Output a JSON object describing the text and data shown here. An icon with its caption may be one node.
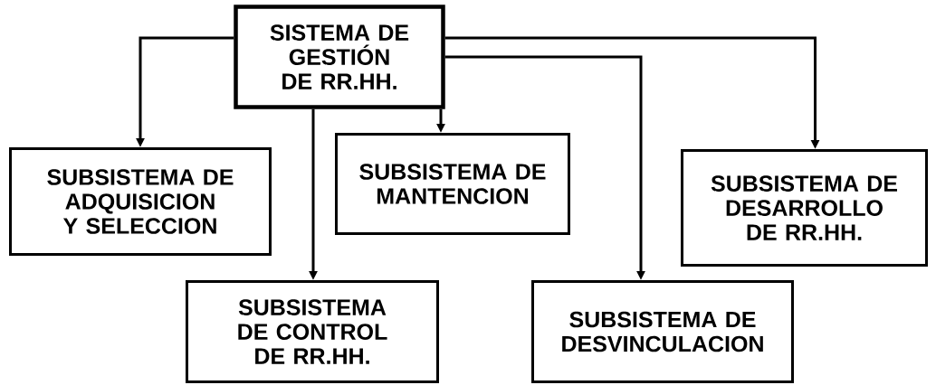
{
  "diagram": {
    "nodes": [
      {
        "text": [
          "SISTEMA DE GESTIÓN DE RR.HH."
        ]
      },
      {
        "text": [
          "SUBSISTEMA DE ADQUISICION Y SELECCION"
        ]
      },
      {
        "text": [
          "SUBSISTEMA DE MANTENCION"
        ]
      },
      {
        "text": [
          "SUBSISTEMA DE DESARROLLO DE RR.HH."
        ]
      },
      {
        "text": [
          "SUBSISTEMA DE CONTROL DE RR.HH."
        ]
      },
      {
        "text": [
          "SUBSISTEMA DE DESVINCULACION"
        ]
      }
    ],
    "edges": [
      {
        "from": 0,
        "to": 1,
        "arrow": "to"
      },
      {
        "from": 0,
        "to": 4,
        "arrow": "to"
      },
      {
        "from": 0,
        "to": 2,
        "arrow": "to"
      },
      {
        "from": 0,
        "to": 5,
        "arrow": "to"
      },
      {
        "from": 0,
        "to": 3,
        "arrow": "to"
      }
    ]
  }
}
